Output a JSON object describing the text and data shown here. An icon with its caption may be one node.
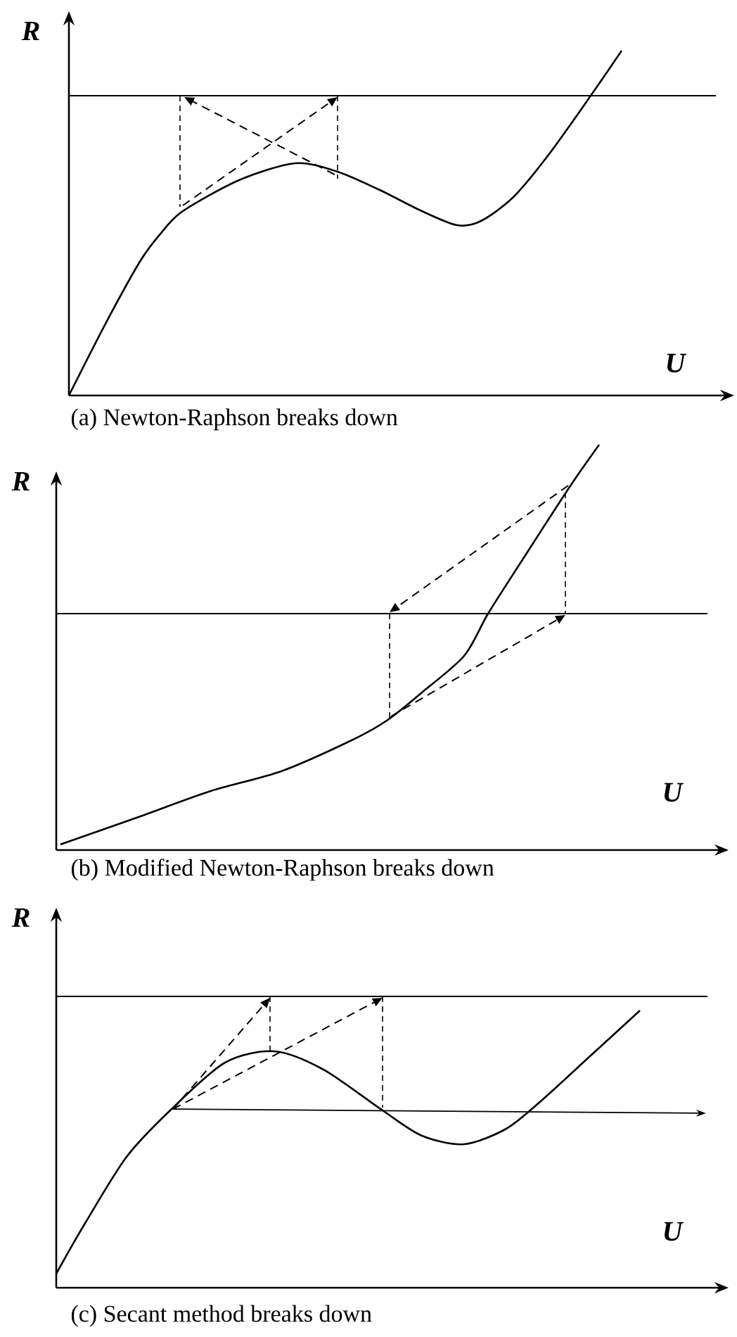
{
  "diagram": {
    "labels": [
      "R",
      "U",
      "(a) Newton-Raphson breaks down",
      "R",
      "U",
      "(b) Modified Newton-Raphson breaks down",
      "R",
      "U",
      "(c) Secant method breaks down"
    ]
  }
}
